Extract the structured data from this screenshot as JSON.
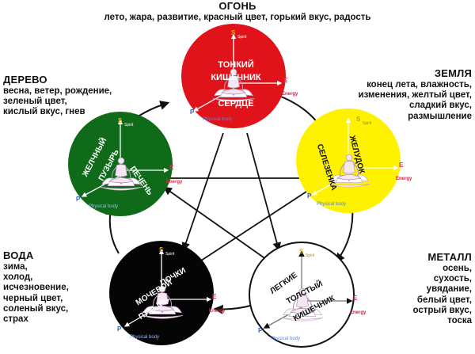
{
  "elements": {
    "fire": {
      "title": "ОГОНЬ",
      "desc": [
        "лето, жара, развитие, красный цвет, горький вкус, радость"
      ],
      "organ_lines": [
        "ТОНКИЙ",
        "КИШЕЧНИК"
      ],
      "organ2": "СЕРДЦЕ",
      "color": "#e0131b"
    },
    "earth": {
      "title": "ЗЕМЛЯ",
      "desc": [
        "конец лета, влажность,",
        "изменения, желтый цвет,",
        "сладкий вкус,",
        "размышление"
      ],
      "organ": "ЖЕЛУДОК",
      "organ2": "СЕЛЕЗЕНКА",
      "color": "#fff200"
    },
    "metal": {
      "title": "МЕТАЛЛ",
      "desc": [
        "осень,",
        "сухость,",
        "увядание,",
        "белый цвет,",
        "острый вкус,",
        "тоска"
      ],
      "organ": "ЛЕГКИЕ",
      "organ2_lines": [
        "ТОЛСТЫЙ",
        "КИШЕЧНИК"
      ],
      "color": "#ffffff"
    },
    "water": {
      "title": "ВОДА",
      "desc": [
        "зима,",
        "холод,",
        "исчезновение,",
        "черный цвет,",
        "соленый вкус,",
        "страх"
      ],
      "organ": "ПОЧКИ",
      "organ2_lines": [
        "МОЧЕВОЙ",
        "ПУЗЫРЬ"
      ],
      "color": "#050505"
    },
    "wood": {
      "title": "ДЕРЕВО",
      "desc": [
        "весна, ветер, рождение,",
        "зеленый цвет,",
        "кислый вкус, гнев"
      ],
      "organ_lines": [
        "ЖЕЛЧНЫЙ",
        "ПУЗЫРЬ"
      ],
      "organ2": "ПЕЧЕНЬ",
      "color": "#0f6b1a"
    }
  },
  "axes": {
    "s": "S",
    "spirit": "Spirit",
    "e": "E",
    "energy": "Energy",
    "p": "P",
    "physical": "Physical body"
  }
}
